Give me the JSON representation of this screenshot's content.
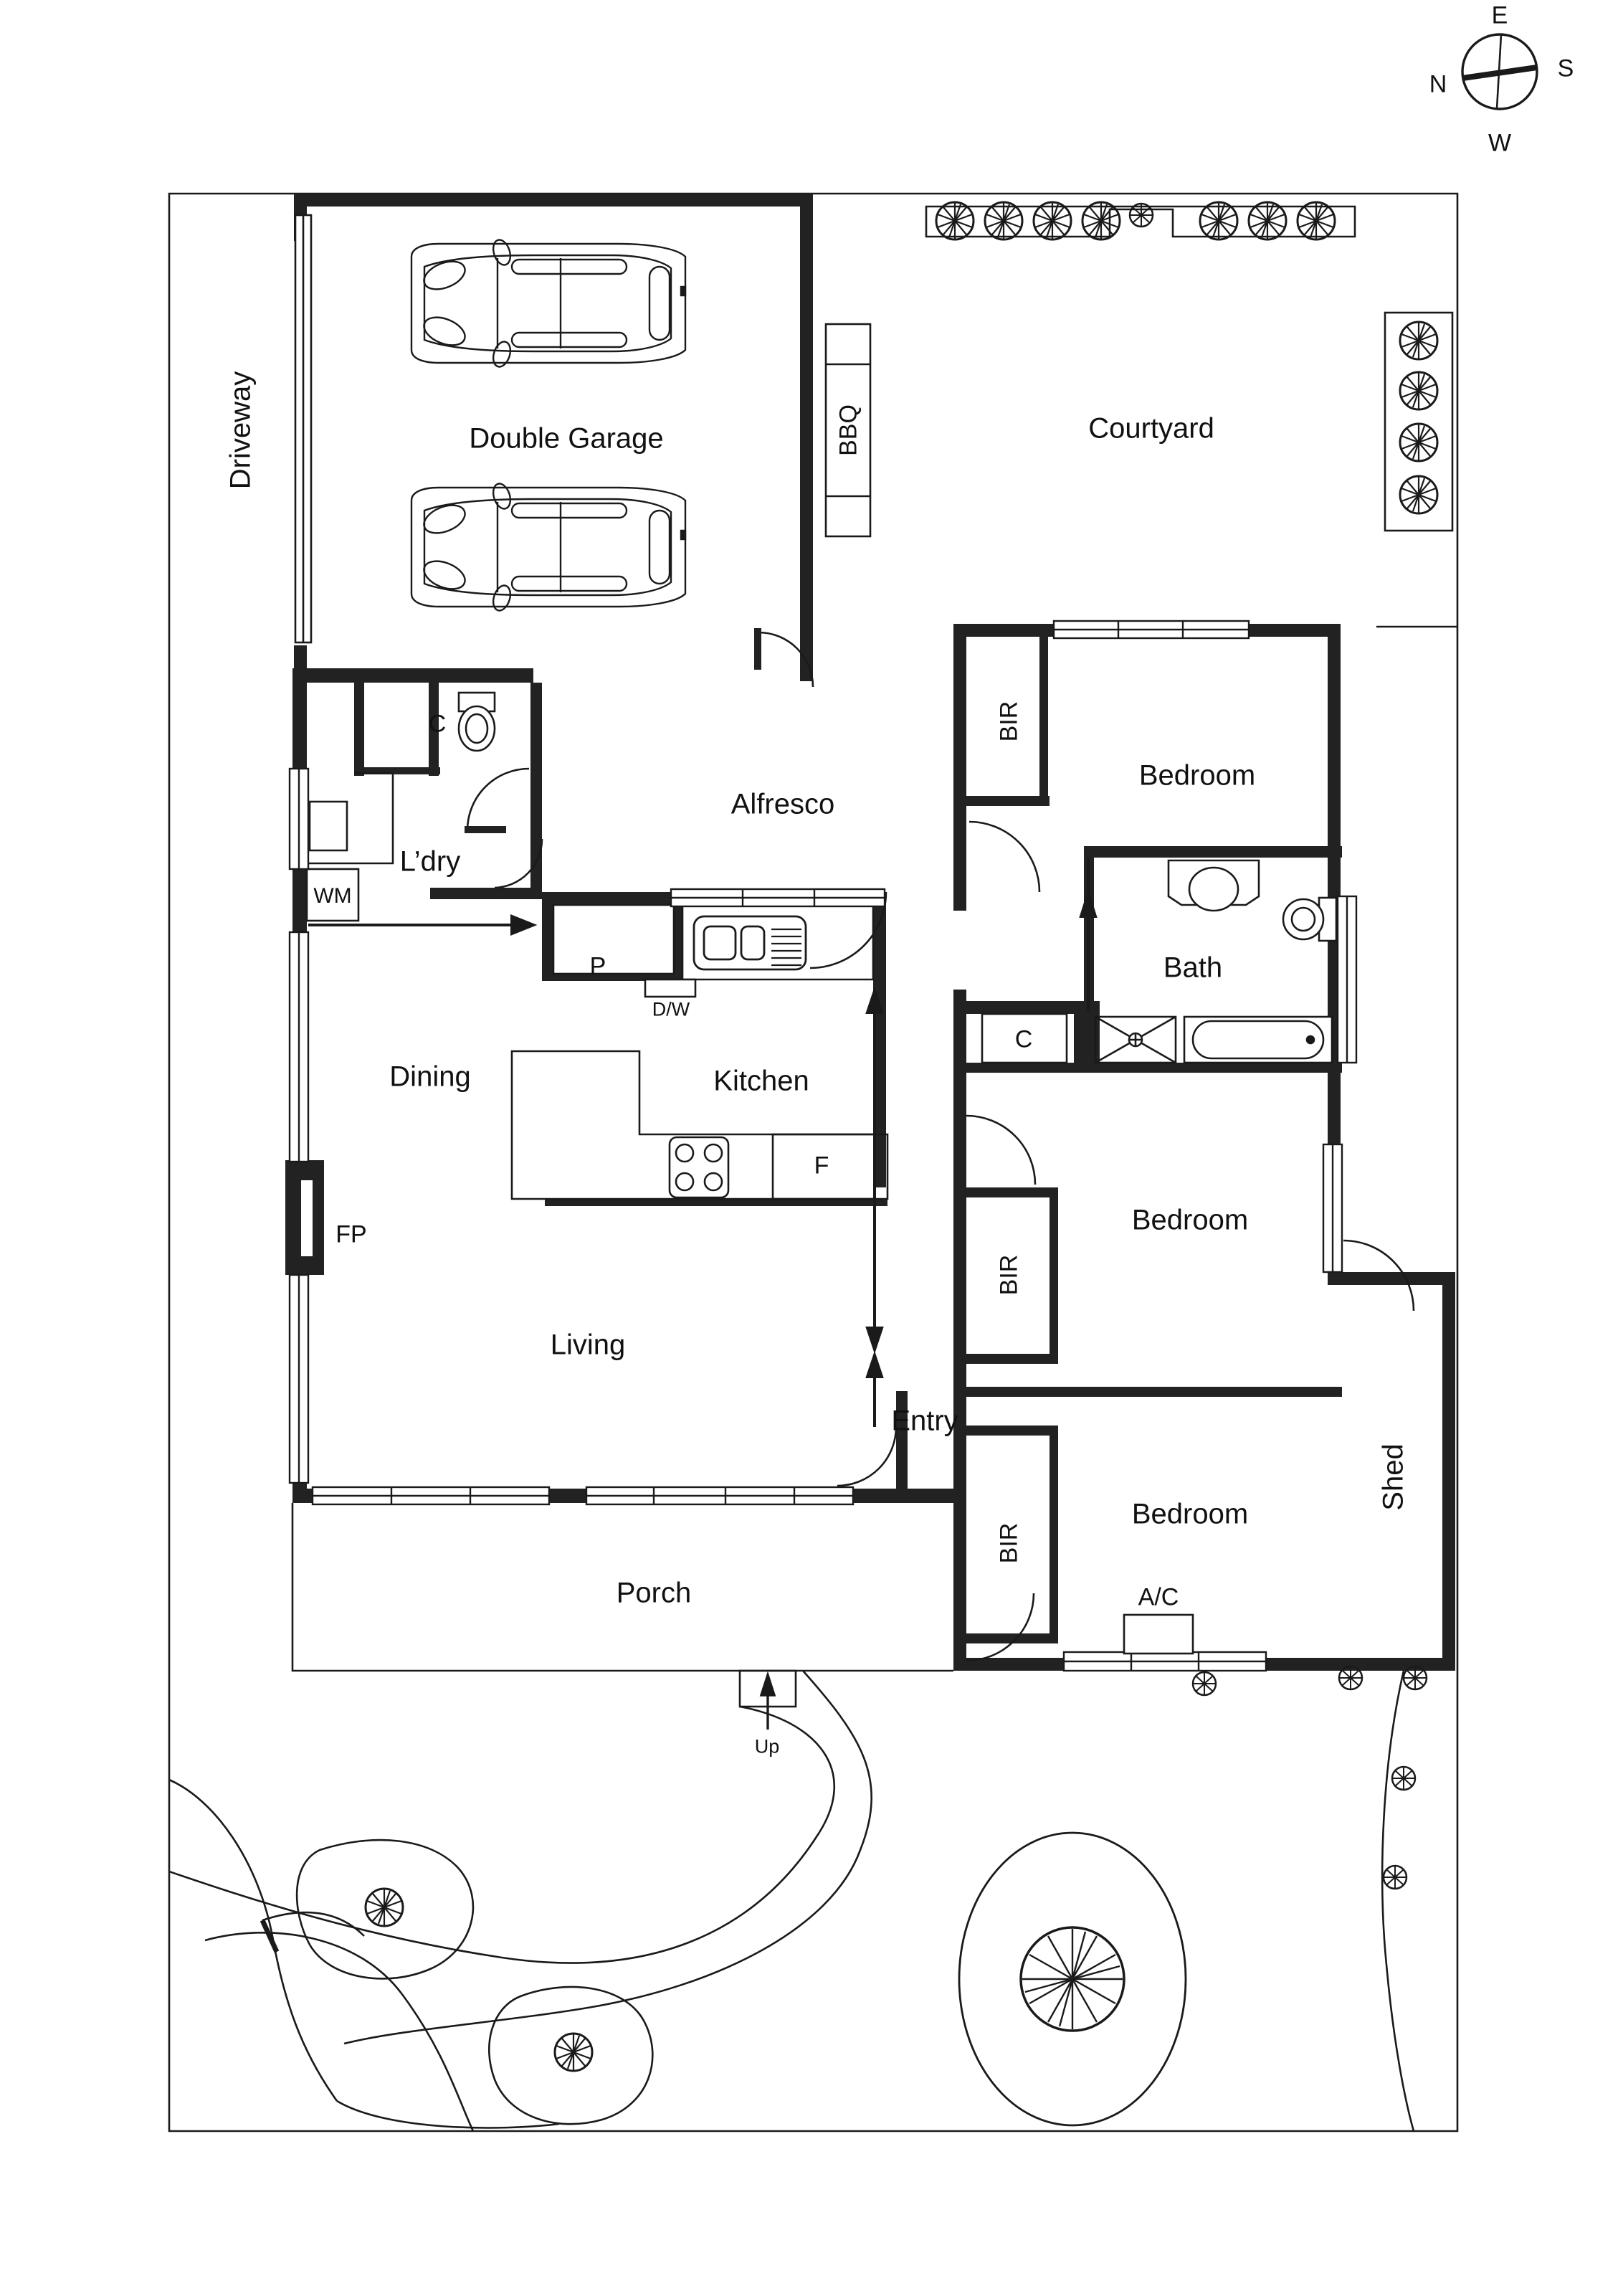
{
  "plan": {
    "type": "residential-floor-plan",
    "compass": {
      "top": "E",
      "left": "N",
      "right": "S",
      "bottom": "W"
    },
    "rooms": [
      {
        "name": "Driveway",
        "label": "Driveway",
        "orientation": "vertical"
      },
      {
        "name": "Double Garage",
        "label": "Double Garage",
        "orientation": "horizontal"
      },
      {
        "name": "Courtyard",
        "label": "Courtyard",
        "orientation": "horizontal"
      },
      {
        "name": "Alfresco",
        "label": "Alfresco",
        "orientation": "horizontal"
      },
      {
        "name": "Laundry",
        "label": "L’dry",
        "orientation": "horizontal"
      },
      {
        "name": "Dining",
        "label": "Dining",
        "orientation": "horizontal"
      },
      {
        "name": "Kitchen",
        "label": "Kitchen",
        "orientation": "horizontal"
      },
      {
        "name": "Living",
        "label": "Living",
        "orientation": "horizontal"
      },
      {
        "name": "Entry",
        "label": "Entry",
        "orientation": "horizontal"
      },
      {
        "name": "Porch",
        "label": "Porch",
        "orientation": "horizontal"
      },
      {
        "name": "Bath",
        "label": "Bath",
        "orientation": "horizontal"
      },
      {
        "name": "Bedroom 1",
        "label": "Bedroom",
        "orientation": "horizontal"
      },
      {
        "name": "Bedroom 2",
        "label": "Bedroom",
        "orientation": "horizontal"
      },
      {
        "name": "Bedroom 3",
        "label": "Bedroom",
        "orientation": "horizontal"
      },
      {
        "name": "Shed",
        "label": "Shed",
        "orientation": "vertical"
      }
    ],
    "fixtures": [
      {
        "name": "bbq",
        "label": "BBQ",
        "orientation": "vertical"
      },
      {
        "name": "washing-machine",
        "label": "WM",
        "orientation": "horizontal"
      },
      {
        "name": "cupboard-laundry",
        "label": "C",
        "orientation": "horizontal"
      },
      {
        "name": "cupboard-hall",
        "label": "C",
        "orientation": "horizontal"
      },
      {
        "name": "pantry",
        "label": "P",
        "orientation": "horizontal"
      },
      {
        "name": "dishwasher",
        "label": "D/W",
        "orientation": "horizontal"
      },
      {
        "name": "fridge",
        "label": "F",
        "orientation": "horizontal"
      },
      {
        "name": "fireplace",
        "label": "FP",
        "orientation": "horizontal"
      },
      {
        "name": "air-conditioner",
        "label": "A/C",
        "orientation": "horizontal"
      },
      {
        "name": "stairs-up",
        "label": "Up",
        "orientation": "horizontal"
      },
      {
        "name": "built-in-robe-1",
        "label": "BIR",
        "orientation": "vertical"
      },
      {
        "name": "built-in-robe-2",
        "label": "BIR",
        "orientation": "vertical"
      },
      {
        "name": "built-in-robe-3",
        "label": "BIR",
        "orientation": "vertical"
      }
    ],
    "colors": {
      "line": "#1a1a1a",
      "wall": "#222222",
      "background": "#ffffff"
    }
  }
}
